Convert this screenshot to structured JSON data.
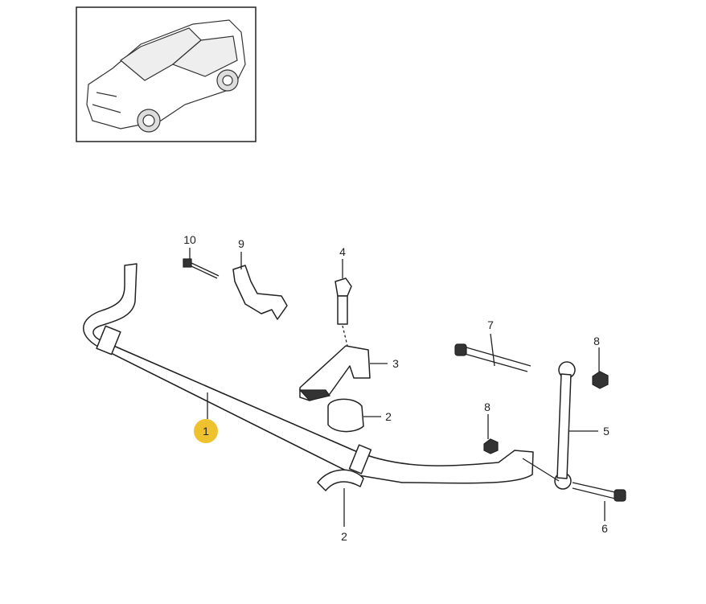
{
  "thumbnail": {
    "title": "vehicle-overview"
  },
  "callouts": {
    "p1": "1",
    "p2a": "2",
    "p2b": "2",
    "p3": "3",
    "p4": "4",
    "p5": "5",
    "p6": "6",
    "p7": "7",
    "p8a": "8",
    "p8b": "8",
    "p9": "9",
    "p10": "10"
  },
  "highlight_color": "#EEC12E",
  "highlighted_part": "1"
}
